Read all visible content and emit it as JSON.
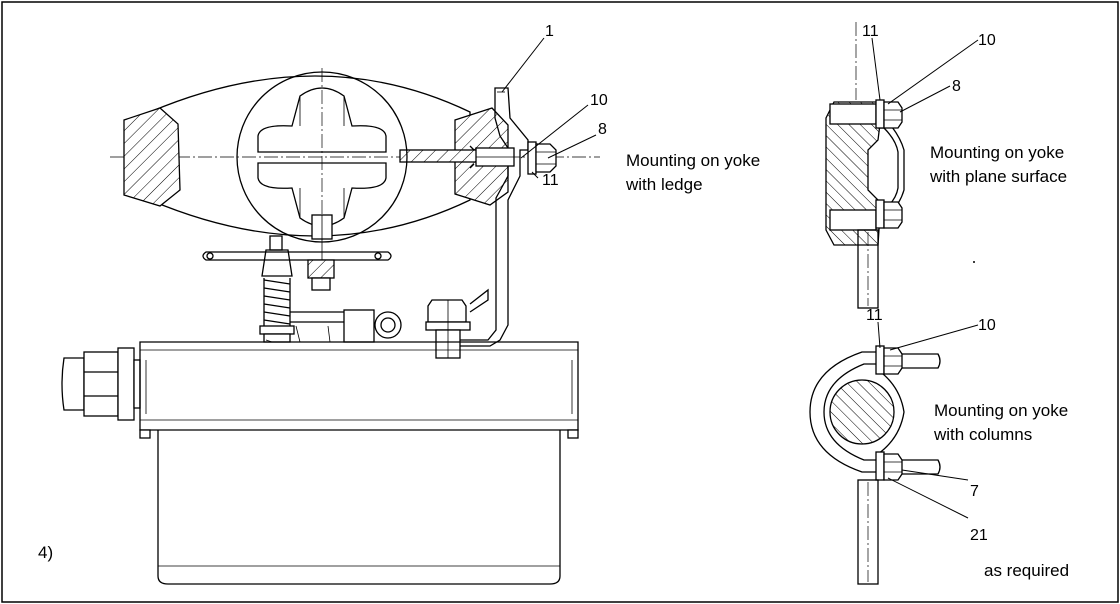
{
  "figure_number": "4)",
  "main_view": {
    "callouts": [
      "1",
      "10",
      "8",
      "11"
    ]
  },
  "captions": {
    "ledge": [
      "Mounting on yoke",
      "with ledge"
    ],
    "plane": [
      "Mounting on yoke",
      "with plane surface"
    ],
    "columns": [
      "Mounting on yoke",
      "with columns"
    ]
  },
  "plane_view": {
    "callouts": [
      "11",
      "10",
      "8"
    ]
  },
  "columns_view": {
    "callouts": [
      "11",
      "10",
      "7",
      "21"
    ],
    "note": "as required"
  }
}
